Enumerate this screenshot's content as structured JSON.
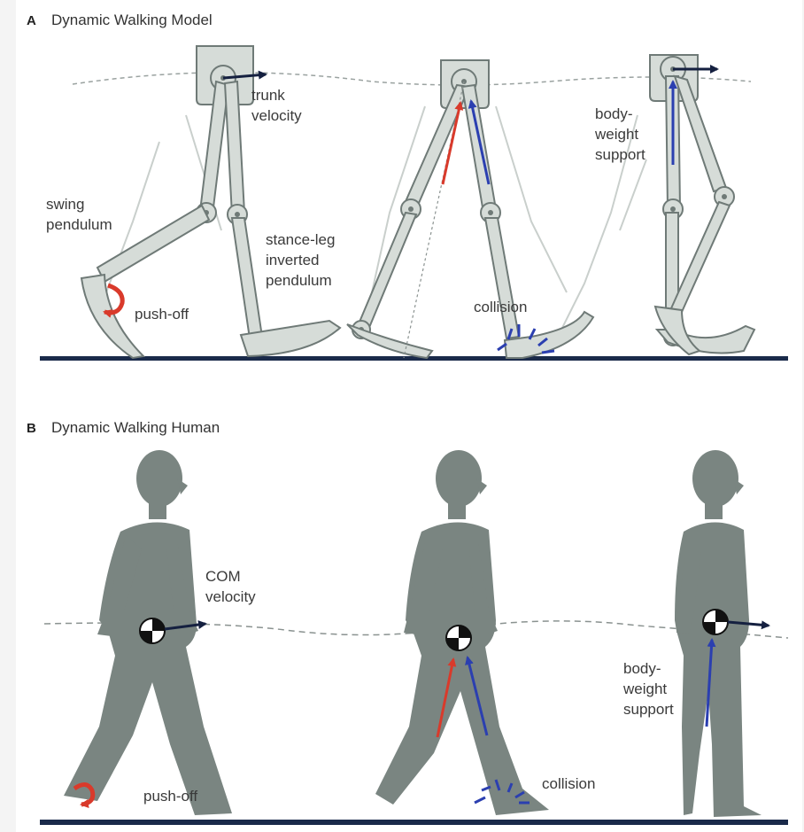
{
  "panel_a": {
    "letter": "A",
    "title": "Dynamic Walking Model",
    "labels": {
      "trunk_velocity": [
        "trunk",
        "velocity"
      ],
      "swing_pendulum": [
        "swing",
        "pendulum"
      ],
      "stance_leg": [
        "stance-leg",
        "inverted",
        "pendulum"
      ],
      "push_off": "push-off",
      "collision": "collision",
      "body_weight_support": [
        "body-",
        "weight",
        "support"
      ]
    }
  },
  "panel_b": {
    "letter": "B",
    "title": "Dynamic Walking Human",
    "labels": {
      "com_velocity": [
        "COM",
        "velocity"
      ],
      "push_off": "push-off",
      "collision": "collision",
      "body_weight_support": [
        "body-",
        "weight",
        "support"
      ]
    }
  },
  "colors": {
    "push_off_arrow": "#d93a2b",
    "support_arrow": "#2b3fb0",
    "velocity_arrow": "#152040",
    "ground": "#1a2a4a",
    "human_body": "#7a8581",
    "model_leg_fill": "#d6dcd8"
  }
}
